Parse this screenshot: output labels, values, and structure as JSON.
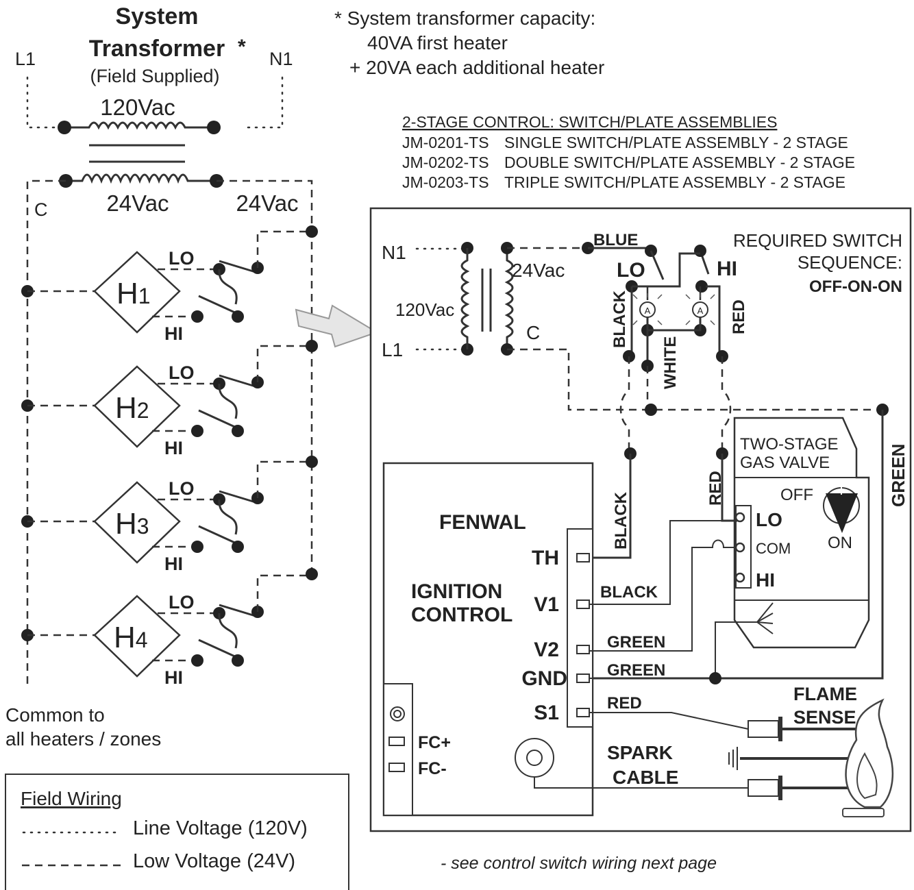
{
  "transformer": {
    "title_line1": "System",
    "title_line2": "Transformer",
    "asterisk": "*",
    "field_supplied": "(Field Supplied)",
    "primary": "120Vac",
    "secondary": "24Vac",
    "secondary_right": "24Vac",
    "l1": "L1",
    "n1": "N1",
    "c": "C"
  },
  "capacity_note": {
    "line1": "* System transformer capacity:",
    "line2": "40VA first heater",
    "line3": "+ 20VA each additional heater"
  },
  "heaters": [
    {
      "label": "H",
      "sub": "1",
      "lo": "LO",
      "hi": "HI"
    },
    {
      "label": "H",
      "sub": "2",
      "lo": "LO",
      "hi": "HI"
    },
    {
      "label": "H",
      "sub": "3",
      "lo": "LO",
      "hi": "HI"
    },
    {
      "label": "H",
      "sub": "4",
      "lo": "LO",
      "hi": "HI"
    }
  ],
  "common_note": {
    "line1": "Common to",
    "line2": "all heaters / zones"
  },
  "legend": {
    "title": "Field Wiring",
    "line_voltage": "Line Voltage (120V)",
    "low_voltage": "Low Voltage (24V)"
  },
  "assemblies": {
    "heading": "2-STAGE CONTROL: SWITCH/PLATE ASSEMBLIES",
    "items": [
      {
        "code": "JM-0201-TS",
        "desc": "SINGLE SWITCH/PLATE ASSEMBLY - 2 STAGE"
      },
      {
        "code": "JM-0202-TS",
        "desc": "DOUBLE SWITCH/PLATE ASSEMBLY - 2 STAGE"
      },
      {
        "code": "JM-0203-TS",
        "desc": "TRIPLE SWITCH/PLATE ASSEMBLY - 2 STAGE"
      }
    ]
  },
  "detail": {
    "n1": "N1",
    "l1": "L1",
    "v120": "120Vac",
    "v24": "24Vac",
    "c": "C",
    "blue": "BLUE",
    "lo": "LO",
    "hi": "HI",
    "black": "BLACK",
    "white": "WHITE",
    "red": "RED",
    "lamp": "A",
    "sequence_line1": "REQUIRED SWITCH",
    "sequence_line2": "SEQUENCE:",
    "sequence_line3": "OFF-ON-ON",
    "valve_line1": "TWO-STAGE",
    "valve_line2": "GAS VALVE",
    "valve_off": "OFF",
    "valve_on": "ON",
    "valve_lo": "LO",
    "valve_com": "COM",
    "valve_hi": "HI",
    "green": "GREEN",
    "control_brand": "FENWAL",
    "control_line1": "IGNITION",
    "control_line2": "CONTROL",
    "term_th": "TH",
    "term_v1": "V1",
    "term_v2": "V2",
    "term_gnd": "GND",
    "term_s1": "S1",
    "wire_black_th": "BLACK",
    "wire_black_v1": "BLACK",
    "wire_green_v2": "GREEN",
    "wire_green_gnd": "GREEN",
    "wire_red_s1": "RED",
    "wire_red_valve": "RED",
    "fc_plus": "FC+",
    "fc_minus": "FC-",
    "spark_line1": "SPARK",
    "spark_line2": "CABLE",
    "flame_line1": "FLAME",
    "flame_line2": "SENSE"
  },
  "footer_note": "- see control switch wiring next page"
}
